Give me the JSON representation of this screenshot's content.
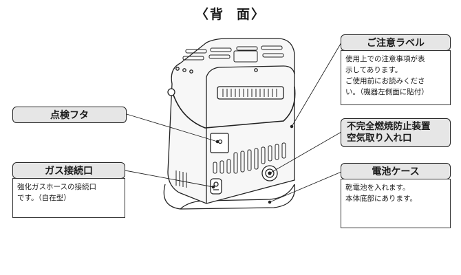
{
  "title": {
    "left": "〈背",
    "right": "面〉"
  },
  "callouts": {
    "inspection_lid": {
      "label": "点検フタ"
    },
    "gas_port": {
      "label": "ガス接続口",
      "description": [
        "強化ガスホースの接続口",
        "です。（自在型）"
      ]
    },
    "caution_label": {
      "label": "ご注意ラベル",
      "description": [
        "使用上での注意事項が表",
        "示してあります。",
        "ご使用前にお読みくださ",
        "い。（機器左側面に貼付）"
      ]
    },
    "air_intake": {
      "label_line1": "不完全燃焼防止装置",
      "label_line2": "空気取り入れ口"
    },
    "battery_case": {
      "label": "電池ケース",
      "description": [
        "乾電池を入れます。",
        "本体底部にあります。"
      ]
    }
  }
}
